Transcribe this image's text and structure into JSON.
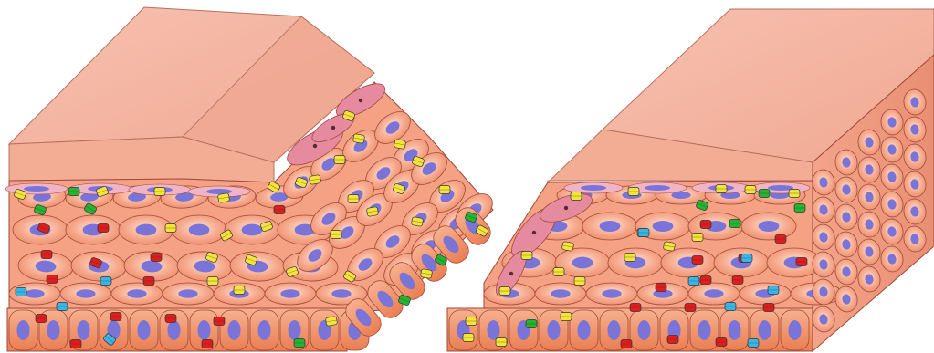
{
  "colors": {
    "background": "#ffffff",
    "surface_top": "#f3b4a2",
    "surface_front": "#f2a98f",
    "cell_fill": "#f39a7a",
    "cell_light": "#fbd4c4",
    "cell_outline": "#a04a3a",
    "nucleus": "#7a74d8",
    "basal_cell": "#f08a5a",
    "pink_cell": "#e68aa0",
    "marker_yellow": "#f4e43a",
    "marker_red": "#e01c1c",
    "marker_green": "#22b530",
    "marker_cyan": "#38b6e8"
  },
  "panels": [
    {
      "name": "left-tissue-block",
      "markers": {
        "yellow": 30,
        "red": 14,
        "green": 7,
        "cyan": 4
      }
    },
    {
      "name": "right-tissue-block",
      "markers": {
        "yellow": 18,
        "red": 14,
        "green": 5,
        "cyan": 6
      }
    }
  ]
}
